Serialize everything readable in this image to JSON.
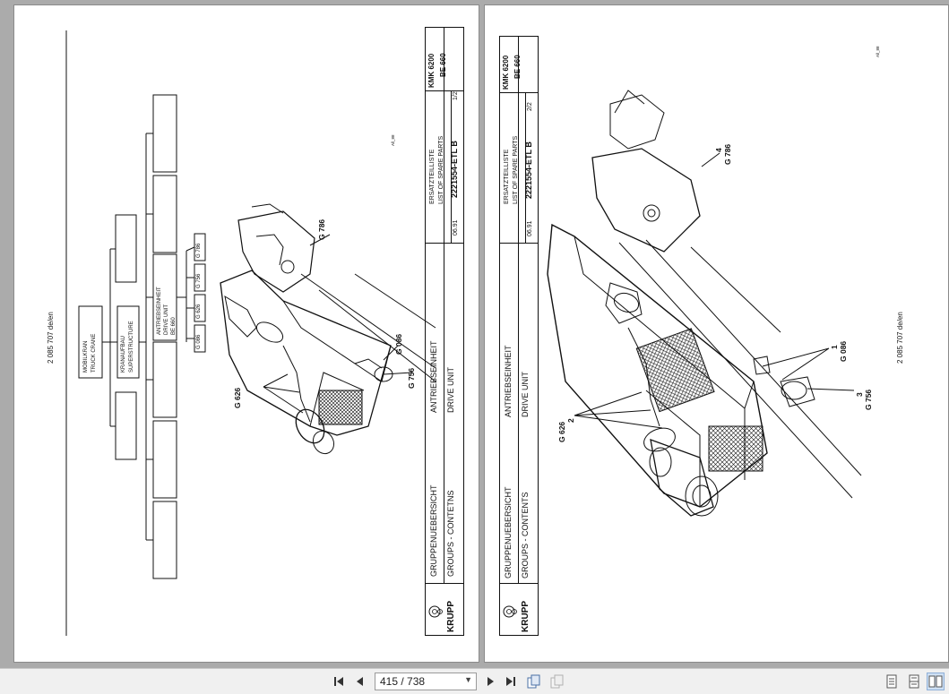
{
  "viewer": {
    "page_indicator": "415 / 738",
    "buttons": [
      "first-page",
      "previous-page",
      "next-page",
      "last-page",
      "rotate",
      "single-page-view",
      "continuous-view",
      "two-page-view"
    ]
  },
  "page1": {
    "doc_number": "2 085 707 de/en",
    "corner_mark": "All_88",
    "tree": {
      "root": "MOBILKRAN\nTRUCK CRANE",
      "level2": "KRANAUFBAU\nSUPERSTRUCTURE",
      "selected": "ANTRIEBSEINHEIT\nDRIVE UNIT\nBE 660",
      "groups": [
        "G 086",
        "G 626",
        "G 756",
        "G 786"
      ]
    },
    "callouts": [
      "G 786",
      "G 086",
      "G 756",
      "G 626"
    ],
    "title_block": {
      "brand": "KRUPP",
      "section_de": "GRUPPENUEBERSICHT",
      "section_en": "GROUPS - CONTETNS",
      "unit_de": "ANTRIEBSEINHEIT",
      "unit_en": "DRIVE UNIT",
      "list_de": "ERSATZTEILLISTE",
      "list_en": "LIST OF SPARE PARTS",
      "date": "06.91",
      "part_no": "2221554-ETL B",
      "sheet": "1/2",
      "model": "KMK 6200",
      "be": "BE 660"
    }
  },
  "page2": {
    "doc_number": "2 085 707 de/en",
    "corner_mark": "All_88",
    "callouts": {
      "c1_num": "1",
      "c1_grp": "G 086",
      "c2_num": "2",
      "c2_grp": "G 626",
      "c3_num": "3",
      "c3_grp": "G 756",
      "c4_num": "4",
      "c4_grp": "G 786"
    },
    "title_block": {
      "brand": "KRUPP",
      "section_de": "GRUPPENUEBERSICHT",
      "section_en": "GROUPS - CONTENTS",
      "unit_de": "ANTRIEBSEINHEIT",
      "unit_en": "DRIVE UNIT",
      "list_de": "ERSATZTEILLISTE",
      "list_en": "LIST OF SPARE PARTS",
      "date": "06.91",
      "part_no": "2221554-ETL B",
      "sheet": "2/2",
      "model": "KMK 6200",
      "be": "BE 660"
    }
  }
}
